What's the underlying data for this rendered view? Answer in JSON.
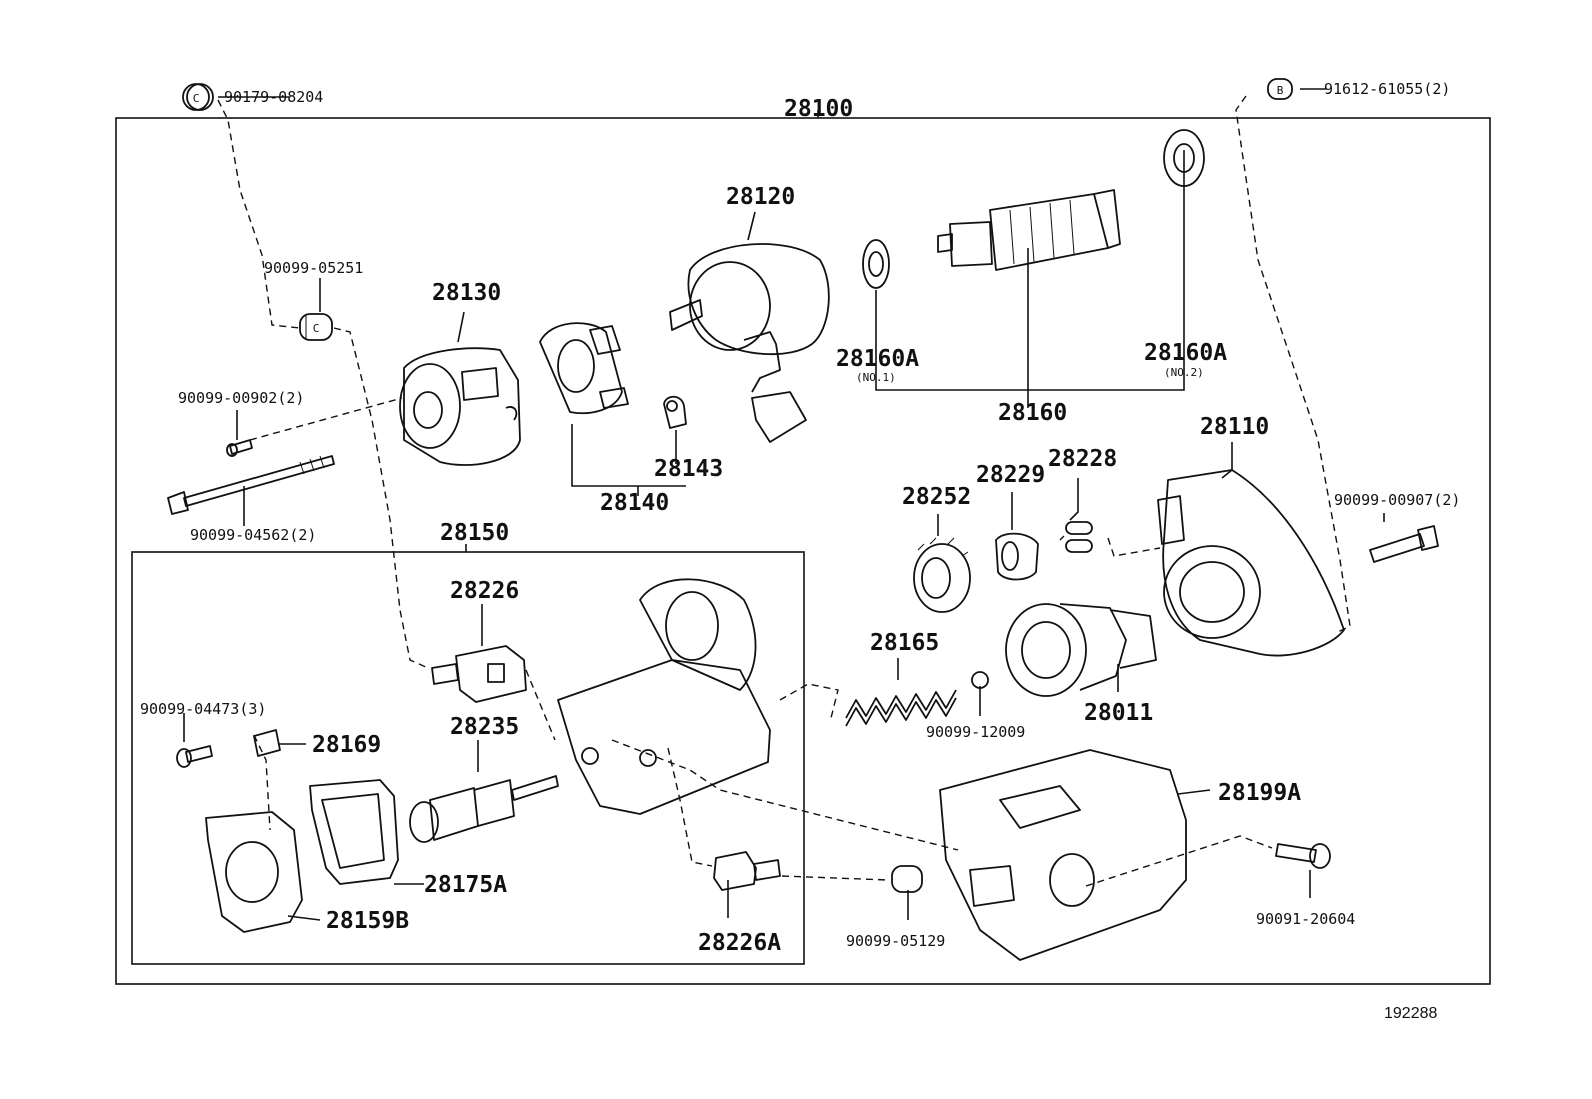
{
  "labels": {
    "l90179_08204": "90179-08204",
    "l91612_61055": "91612-61055(2)",
    "l28100": "28100",
    "l90099_05251": "90099-05251",
    "l28120": "28120",
    "l28130": "28130",
    "l28160a_no1": "28160A",
    "l28160a_no2": "28160A",
    "l90099_00902": "90099-00902(2)",
    "l28143": "28143",
    "l28160": "28160",
    "l28110": "28110",
    "l28140": "28140",
    "l28228": "28228",
    "l28229": "28229",
    "l28252": "28252",
    "l90099_04562": "90099-04562(2)",
    "l28150": "28150",
    "l90099_00907": "90099-00907(2)",
    "l28226": "28226",
    "l28165": "28165",
    "l90099_04473": "90099-04473(3)",
    "l28011": "28011",
    "l90099_12009": "90099-12009",
    "l28235": "28235",
    "l28169": "28169",
    "l28199a": "28199A",
    "l28175a": "28175A",
    "l28159b": "28159B",
    "l90091_20604": "90091-20604",
    "l28226a": "28226A",
    "l90099_05129": "90099-05129",
    "ref_number": "192288"
  },
  "notes": {
    "no1": "(NO.1)",
    "no2": "(NO.2)"
  },
  "markers": {
    "c1": "C",
    "c2": "C",
    "b1": "B"
  }
}
